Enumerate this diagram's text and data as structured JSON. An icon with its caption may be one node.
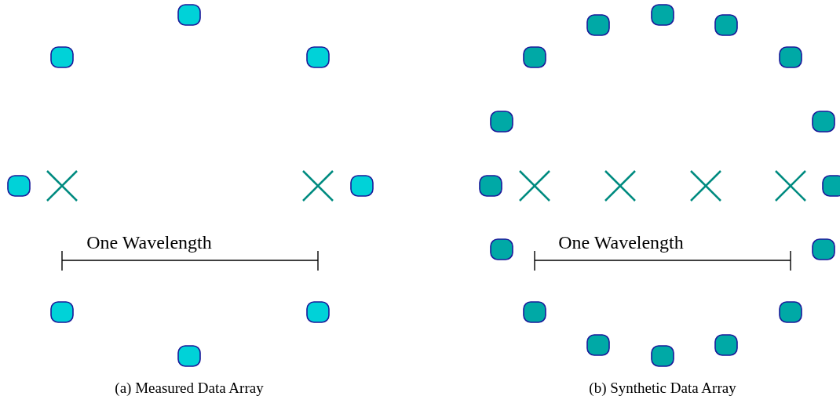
{
  "diagram": {
    "labels": [
      "One Wavelength",
      "One Wavelength",
      "(a) Measured Data Array",
      "(b) Synthetic Data Array"
    ]
  }
}
